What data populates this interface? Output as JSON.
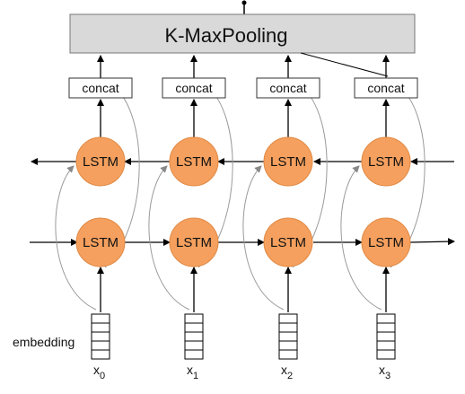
{
  "pooling": {
    "label": "K-MaxPooling"
  },
  "concat_label": "concat",
  "lstm_label": "LSTM",
  "embedding_label": "embedding",
  "columns": [
    {
      "x_label": "x",
      "x_sub": "0"
    },
    {
      "x_label": "x",
      "x_sub": "1"
    },
    {
      "x_label": "x",
      "x_sub": "2"
    },
    {
      "x_label": "x",
      "x_sub": "3"
    }
  ],
  "colors": {
    "lstm_fill": "#f5a05e",
    "lstm_stroke": "#e08a45",
    "pool_fill": "#d9d9d9",
    "line": "#000000",
    "curve": "#9a9a9a"
  }
}
